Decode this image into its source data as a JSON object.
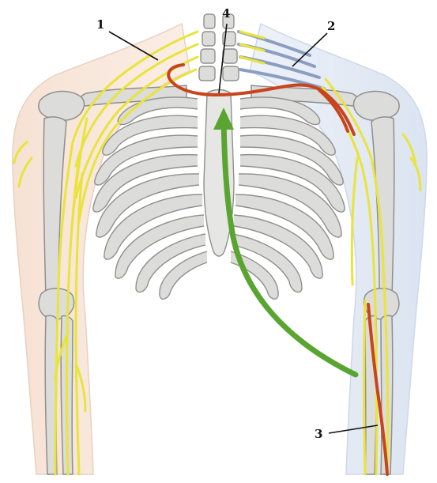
{
  "diagram": {
    "subject": "upper-body-skeleton-with-brachial-plexus",
    "colors": {
      "nerve_yellow": "#e9e43a",
      "nerve_blue": "#8a9ec2",
      "highlight_red": "#c8441c",
      "arrow_green": "#5aa532",
      "bone": "#d9d9d7",
      "bone_outline": "#8f8f8c",
      "skin_left": "#f3dccd",
      "skin_right": "#d9e3f1"
    },
    "callouts": [
      {
        "id": "1",
        "label": "1"
      },
      {
        "id": "2",
        "label": "2"
      },
      {
        "id": "3",
        "label": "3"
      },
      {
        "id": "4",
        "label": "4"
      }
    ]
  }
}
